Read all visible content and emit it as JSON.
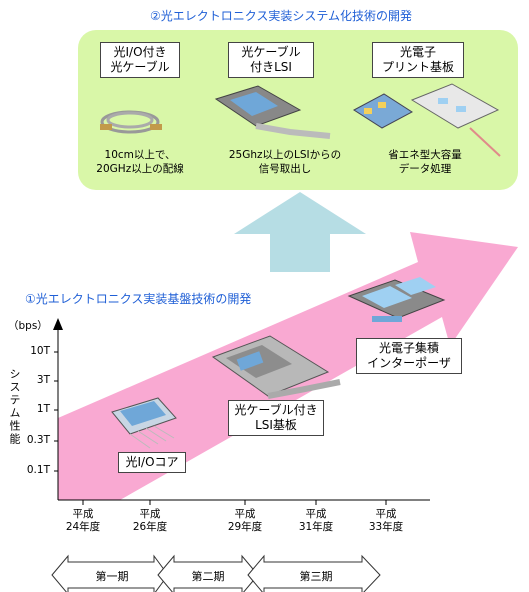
{
  "top_title": "②光エレクトロニクス実装システム化技術の開発",
  "bottom_title": "①光エレクトロニクス実装基盤技術の開発",
  "panel": {
    "items": [
      {
        "label": "光I/O付き\n光ケーブル",
        "caption": "10cm以上で、\n20GHz以上の配線"
      },
      {
        "label": "光ケーブル\n付きLSI",
        "caption": "25Ghz以上のLSIからの\n信号取出し"
      },
      {
        "label": "光電子\nプリント基板",
        "caption": "省エネ型大容量\nデータ処理"
      }
    ]
  },
  "chart": {
    "unit": "（bps）",
    "ylabel": "システム性能",
    "yticks": [
      "10T",
      "3T",
      "1T",
      "0.3T",
      "0.1T"
    ],
    "xticks": [
      "平成\n24年度",
      "平成\n26年度",
      "平成\n29年度",
      "平成\n31年度",
      "平成\n33年度"
    ],
    "stages": [
      {
        "label": "光I/Oコア"
      },
      {
        "label": "光ケーブル付き\nLSI基板"
      },
      {
        "label": "光電子集積\nインターポーザ"
      }
    ]
  },
  "phases": [
    "第一期",
    "第二期",
    "第三期"
  ],
  "colors": {
    "panel": "#d9f7a8",
    "arrow_pink": "#f9a9d2",
    "arrow_up": "#b6dde4",
    "title_blue": "#1f5fd6"
  }
}
